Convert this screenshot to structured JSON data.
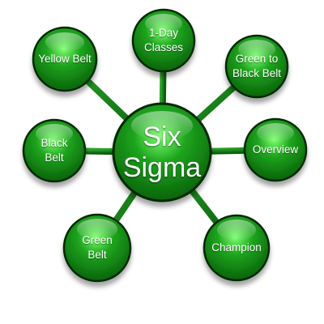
{
  "diagram": {
    "center": {
      "label": "Six\nSigma"
    },
    "nodes": [
      {
        "id": "yellow-belt",
        "label": "Yellow Belt"
      },
      {
        "id": "1-day-classes",
        "label": "1-Day\nClasses"
      },
      {
        "id": "green-to-black-belt",
        "label": "Green to\nBlack Belt"
      },
      {
        "id": "black-belt",
        "label": "Black\nBelt"
      },
      {
        "id": "overview",
        "label": "Overview"
      },
      {
        "id": "green-belt",
        "label": "Green\nBelt"
      },
      {
        "id": "champion",
        "label": "Champion"
      }
    ],
    "colors": {
      "node_dark": "#075c07",
      "node_mid": "#1ea51e",
      "node_light": "#7dff6f",
      "connector": "#0f730f",
      "outline": "#042904"
    }
  }
}
